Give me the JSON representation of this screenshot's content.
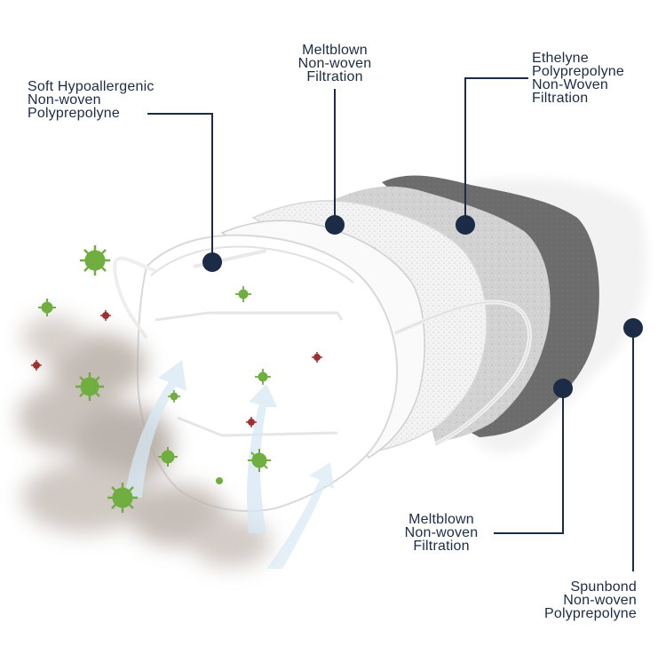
{
  "colors": {
    "leader": "#1c2b46",
    "dot": "#1c2b46",
    "layer_gray_dark": "#6e6e6e",
    "layer_gray_light": "#d5d5d5",
    "mask_white": "#ffffff",
    "virus_green": "#6fae3f",
    "virus_red": "#a03030",
    "smoke": "#b4aca6",
    "airflow": "#cfe3f0"
  },
  "labels": {
    "soft": [
      "Soft Hypoallergenic",
      "Non-woven",
      "Polyprepolyne"
    ],
    "meltblown_top": [
      "Meltblown",
      "Non-woven",
      "Filtration"
    ],
    "ethelyne": [
      "Ethelyne",
      "Polyprepolyne",
      "Non-Woven",
      "Filtration"
    ],
    "meltblown_bottom": [
      "Meltblown",
      "Non-woven",
      "Filtration"
    ],
    "spunbond": [
      "Spunbond",
      "Non-woven",
      "Polyprepolyne"
    ]
  },
  "icons": [
    "virus-icon",
    "airflow-arrow-icon",
    "smoke-cloud",
    "leader-dot"
  ]
}
